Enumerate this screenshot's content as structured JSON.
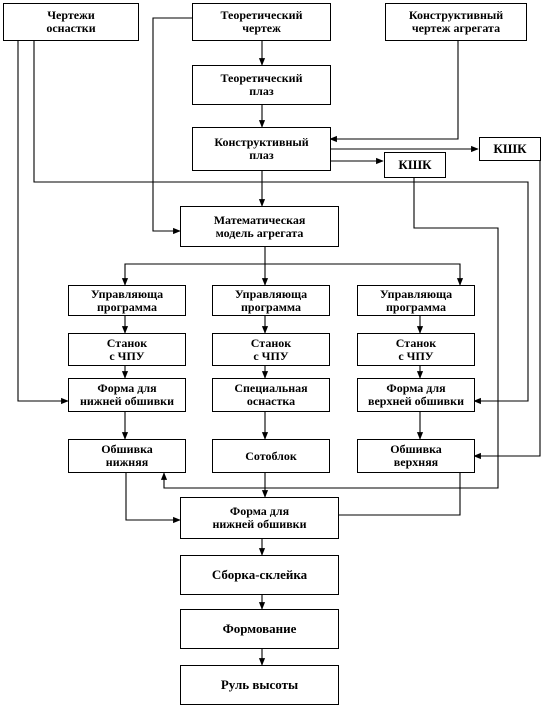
{
  "boxes": {
    "rig_drawings": "Чертежи\nоснастки",
    "theoretical_drawing": "Теоретический\nчертеж",
    "unit_design_drawing": "Конструктивный\nчертеж агрегата",
    "theoretical_plaz": "Теоретический\nплаз",
    "design_plaz": "Конструктивный\nплаз",
    "kshk_left": "КШК",
    "kshk_right": "КШК",
    "math_model": "Математическая\nмодель агрегата",
    "program_1": "Управляюща\nпрограмма",
    "program_2": "Управляюща\nпрограмма",
    "program_3": "Управляюща\nпрограмма",
    "cnc_1": "Станок\nс ЧПУ",
    "cnc_2": "Станок\nс ЧПУ",
    "cnc_3": "Станок\nс ЧПУ",
    "lower_skin_form": "Форма для\nнижней обшивки",
    "special_rig": "Специальная\nоснастка",
    "upper_skin_form": "Форма для\nверхней обшивки",
    "lower_skin": "Обшивка\nнижняя",
    "honeycomb": "Сотоблок",
    "upper_skin": "Обшивка\nверхняя",
    "assembly_form": "Форма для\nнижней обшивки",
    "assembly_gluing": "Сборка-склейка",
    "molding": "Формование",
    "elevator": "Руль высоты"
  }
}
